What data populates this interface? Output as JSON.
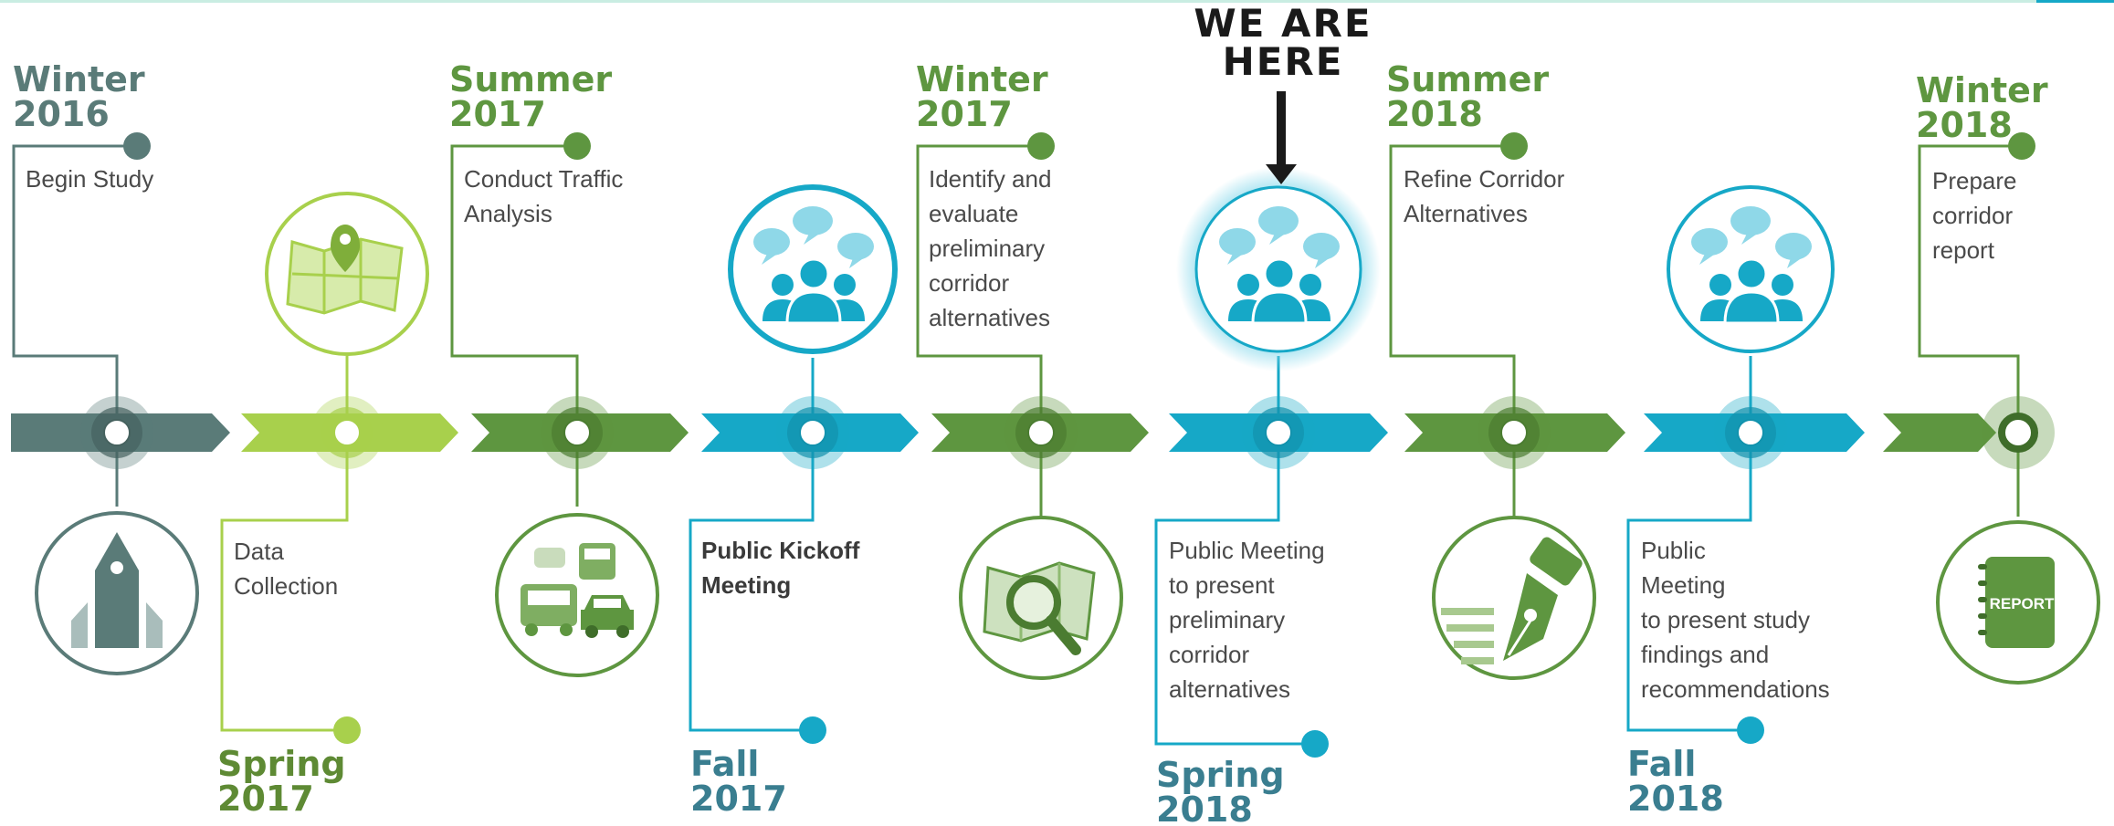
{
  "callout": {
    "line1": "WE ARE",
    "line2": "HERE"
  },
  "colors": {
    "slate": "#5a7b78",
    "lime": "#a8d04c",
    "green": "#5e9640",
    "teal": "#16a8c7",
    "teal_light": "#8fd8e8"
  },
  "milestones": [
    {
      "season": "Winter",
      "year": "2016",
      "color": "#5a7b78",
      "desc": [
        "Begin Study"
      ],
      "icon": "rocket-icon"
    },
    {
      "season": "Spring",
      "year": "2017",
      "color": "#a8d04c",
      "desc": [
        "Data",
        "Collection"
      ],
      "icon": "map-pin-icon"
    },
    {
      "season": "Summer",
      "year": "2017",
      "color": "#5e9640",
      "desc": [
        "Conduct Traffic",
        "Analysis"
      ],
      "icon": "vehicles-icon"
    },
    {
      "season": "Fall",
      "year": "2017",
      "color": "#16a8c7",
      "desc": [
        "Public Kickoff",
        "Meeting"
      ],
      "icon": "people-meeting-icon"
    },
    {
      "season": "Winter",
      "year": "2017",
      "color": "#5e9640",
      "desc": [
        "Identify and",
        "evaluate",
        "preliminary",
        "corridor",
        "alternatives"
      ],
      "icon": "magnifier-map-icon"
    },
    {
      "season": "Spring",
      "year": "2018",
      "color": "#16a8c7",
      "desc": [
        "Public Meeting",
        "to present",
        "preliminary",
        "corridor",
        "alternatives"
      ],
      "icon": "people-meeting-icon"
    },
    {
      "season": "Summer",
      "year": "2018",
      "color": "#5e9640",
      "desc": [
        "Refine Corridor",
        "Alternatives"
      ],
      "icon": "pen-nib-icon"
    },
    {
      "season": "Fall",
      "year": "2018",
      "color": "#16a8c7",
      "desc": [
        "Public",
        "Meeting",
        "to present study",
        "findings and",
        "recommendations"
      ],
      "icon": "people-meeting-icon"
    },
    {
      "season": "Winter",
      "year": "2018",
      "color": "#5e9640",
      "desc": [
        "Prepare",
        "corridor",
        "report"
      ],
      "icon": "report-book-icon",
      "icon_label": "REPORT"
    }
  ]
}
